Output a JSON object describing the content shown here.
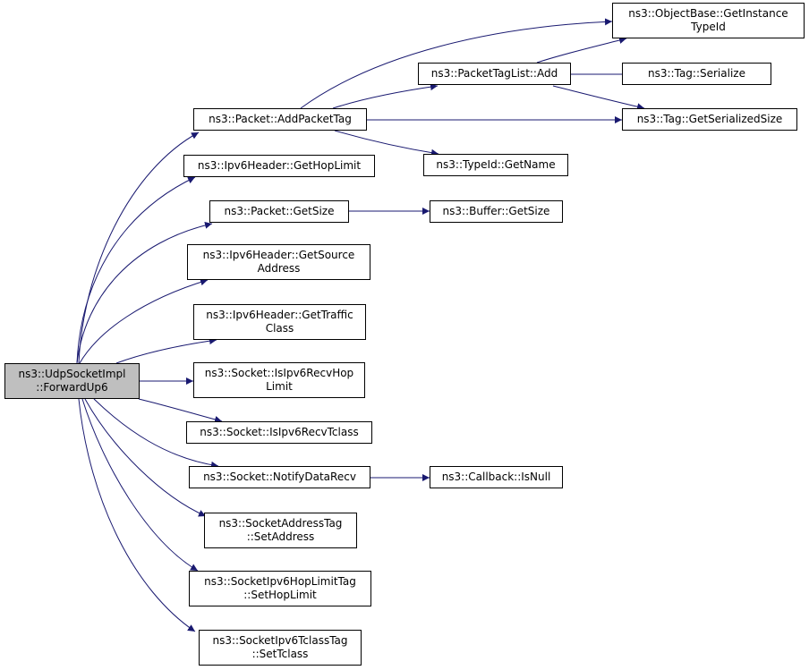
{
  "colors": {
    "edge": "#191970",
    "root_fill": "#bfbfbf",
    "node_fill": "#ffffff",
    "border": "#000000"
  },
  "nodes": [
    {
      "id": "root",
      "lines": [
        "ns3::UdpSocketImpl",
        "::ForwardUp6"
      ],
      "root": true
    },
    {
      "id": "add-packet-tag",
      "lines": [
        "ns3::Packet::AddPacketTag"
      ]
    },
    {
      "id": "get-hop-limit",
      "lines": [
        "ns3::Ipv6Header::GetHopLimit"
      ]
    },
    {
      "id": "packet-get-size",
      "lines": [
        "ns3::Packet::GetSize"
      ]
    },
    {
      "id": "get-source-address",
      "lines": [
        "ns3::Ipv6Header::GetSource",
        "Address"
      ]
    },
    {
      "id": "get-traffic-class",
      "lines": [
        "ns3::Ipv6Header::GetTraffic",
        "Class"
      ]
    },
    {
      "id": "is-ipv6-recv-hop-limit",
      "lines": [
        "ns3::Socket::IsIpv6RecvHop",
        "Limit"
      ]
    },
    {
      "id": "is-ipv6-recv-tclass",
      "lines": [
        "ns3::Socket::IsIpv6RecvTclass"
      ]
    },
    {
      "id": "notify-data-recv",
      "lines": [
        "ns3::Socket::NotifyDataRecv"
      ]
    },
    {
      "id": "set-address",
      "lines": [
        "ns3::SocketAddressTag",
        "::SetAddress"
      ]
    },
    {
      "id": "set-hop-limit",
      "lines": [
        "ns3::SocketIpv6HopLimitTag",
        "::SetHopLimit"
      ]
    },
    {
      "id": "set-tclass",
      "lines": [
        "ns3::SocketIpv6TclassTag",
        "::SetTclass"
      ]
    },
    {
      "id": "get-instance-type-id",
      "lines": [
        "ns3::ObjectBase::GetInstance",
        "TypeId"
      ]
    },
    {
      "id": "packet-tag-list-add",
      "lines": [
        "ns3::PacketTagList::Add"
      ]
    },
    {
      "id": "tag-serialize",
      "lines": [
        "ns3::Tag::Serialize"
      ]
    },
    {
      "id": "tag-get-serialized-size",
      "lines": [
        "ns3::Tag::GetSerializedSize"
      ]
    },
    {
      "id": "type-id-get-name",
      "lines": [
        "ns3::TypeId::GetName"
      ]
    },
    {
      "id": "buffer-get-size",
      "lines": [
        "ns3::Buffer::GetSize"
      ]
    },
    {
      "id": "callback-is-null",
      "lines": [
        "ns3::Callback::IsNull"
      ]
    }
  ],
  "edges": [
    [
      "root",
      "add-packet-tag"
    ],
    [
      "root",
      "get-hop-limit"
    ],
    [
      "root",
      "packet-get-size"
    ],
    [
      "root",
      "get-source-address"
    ],
    [
      "root",
      "get-traffic-class"
    ],
    [
      "root",
      "is-ipv6-recv-hop-limit"
    ],
    [
      "root",
      "is-ipv6-recv-tclass"
    ],
    [
      "root",
      "notify-data-recv"
    ],
    [
      "root",
      "set-address"
    ],
    [
      "root",
      "set-hop-limit"
    ],
    [
      "root",
      "set-tclass"
    ],
    [
      "add-packet-tag",
      "get-instance-type-id"
    ],
    [
      "add-packet-tag",
      "packet-tag-list-add"
    ],
    [
      "add-packet-tag",
      "tag-get-serialized-size"
    ],
    [
      "add-packet-tag",
      "type-id-get-name"
    ],
    [
      "packet-tag-list-add",
      "get-instance-type-id"
    ],
    [
      "packet-tag-list-add",
      "tag-serialize"
    ],
    [
      "packet-tag-list-add",
      "tag-get-serialized-size"
    ],
    [
      "packet-get-size",
      "buffer-get-size"
    ],
    [
      "notify-data-recv",
      "callback-is-null"
    ]
  ]
}
